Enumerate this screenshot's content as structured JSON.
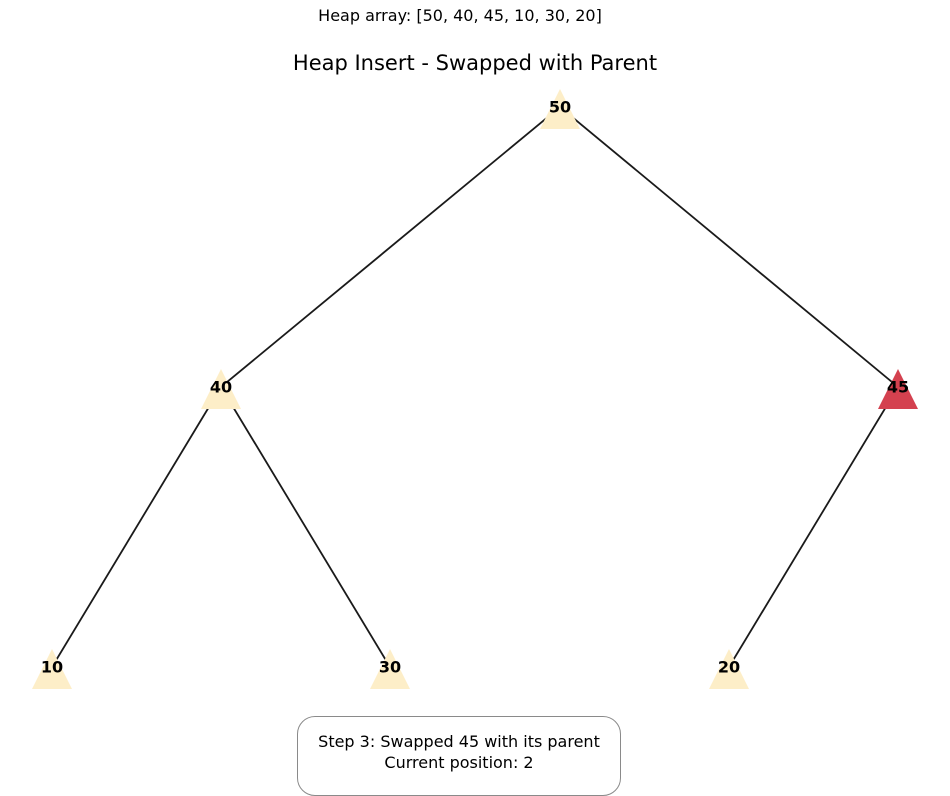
{
  "heap_array_caption": "Heap array: [50, 40, 45, 10, 30, 20]",
  "title": "Heap Insert - Swapped with Parent",
  "tree": {
    "nodes": [
      {
        "id": "n0",
        "label": "50",
        "highlighted": false
      },
      {
        "id": "n1",
        "label": "40",
        "highlighted": false
      },
      {
        "id": "n2",
        "label": "45",
        "highlighted": true
      },
      {
        "id": "n3",
        "label": "10",
        "highlighted": false
      },
      {
        "id": "n4",
        "label": "30",
        "highlighted": false
      },
      {
        "id": "n5",
        "label": "20",
        "highlighted": false
      }
    ],
    "edges": [
      {
        "from": "n0",
        "to": "n1"
      },
      {
        "from": "n0",
        "to": "n2"
      },
      {
        "from": "n1",
        "to": "n3"
      },
      {
        "from": "n1",
        "to": "n4"
      },
      {
        "from": "n2",
        "to": "n5"
      }
    ]
  },
  "colors": {
    "node_fill": "#fdeec8",
    "highlight_fill": "#d4414f",
    "edge": "#1a1a1a"
  },
  "status": {
    "line1": "Step 3: Swapped 45 with its parent",
    "line2": "Current position: 2"
  }
}
